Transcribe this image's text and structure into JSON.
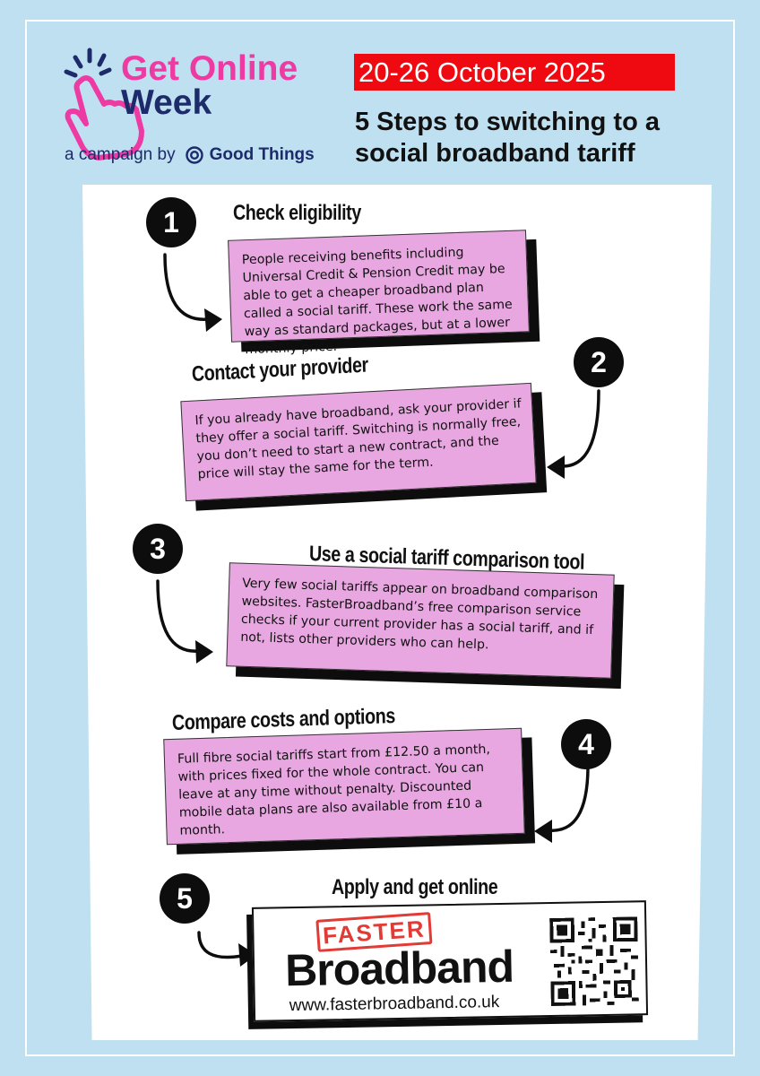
{
  "header": {
    "logo_line1": "Get Online",
    "logo_line2": "Week",
    "campaign_prefix": "a campaign by",
    "campaign_org": "Good Things",
    "date_banner": "20-26 October 2025",
    "title": "5 Steps to switching to a social broadband tariff"
  },
  "steps": [
    {
      "number": "1",
      "title": "Check eligibility",
      "text": "People receiving benefits including Universal Credit & Pension Credit may be able to get a cheaper broadband plan called a social tariff. These work the same way as standard packages, but at a lower monthly price."
    },
    {
      "number": "2",
      "title": "Contact your provider",
      "text": "If you already have broadband, ask your provider if they offer a social tariff. Switching is normally free, you don’t need to start a new contract, and the price will stay the same for the term."
    },
    {
      "number": "3",
      "title": "Use a social tariff comparison tool",
      "text": "Very few social tariffs appear on broadband comparison websites. FasterBroadband’s free comparison service checks if your current provider has a social tariff, and if not, lists other providers who can help."
    },
    {
      "number": "4",
      "title": "Compare costs and options",
      "text": "Full fibre social tariffs start from £12.50 a month, with prices fixed for the whole contract. You can leave at any time without penalty. Discounted mobile data plans are also available from £10 a month."
    },
    {
      "number": "5",
      "title": "Apply and get online"
    }
  ],
  "brand": {
    "stamp": "FASTER",
    "name": "Broadband",
    "url": "www.fasterbroadband.co.uk"
  },
  "colors": {
    "background": "#bfe0f1",
    "box": "#e9a7e1",
    "banner_red": "#ee0a10",
    "logo_pink": "#ee3ba4",
    "logo_navy": "#1d2b6b"
  }
}
